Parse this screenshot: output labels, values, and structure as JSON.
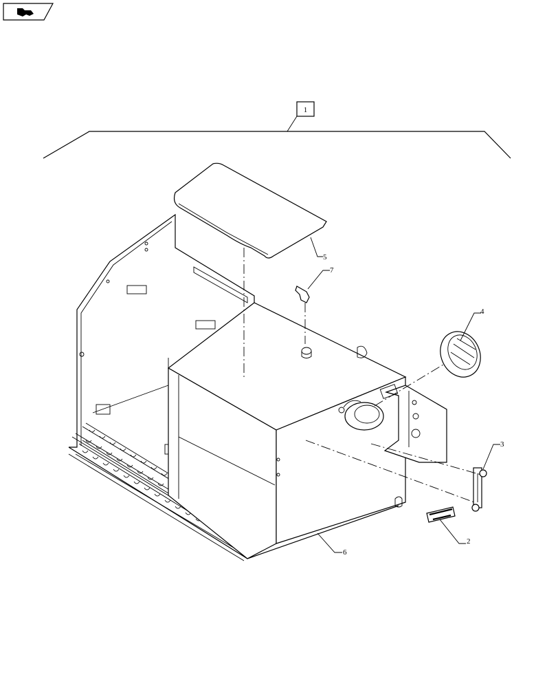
{
  "nav_icon": "book-page-navigation-icon",
  "callouts": {
    "assembly": "1",
    "decal": "2",
    "sight_gauge": "3",
    "filler_cap": "4",
    "cover": "5",
    "tank": "6",
    "fitting": "7"
  }
}
